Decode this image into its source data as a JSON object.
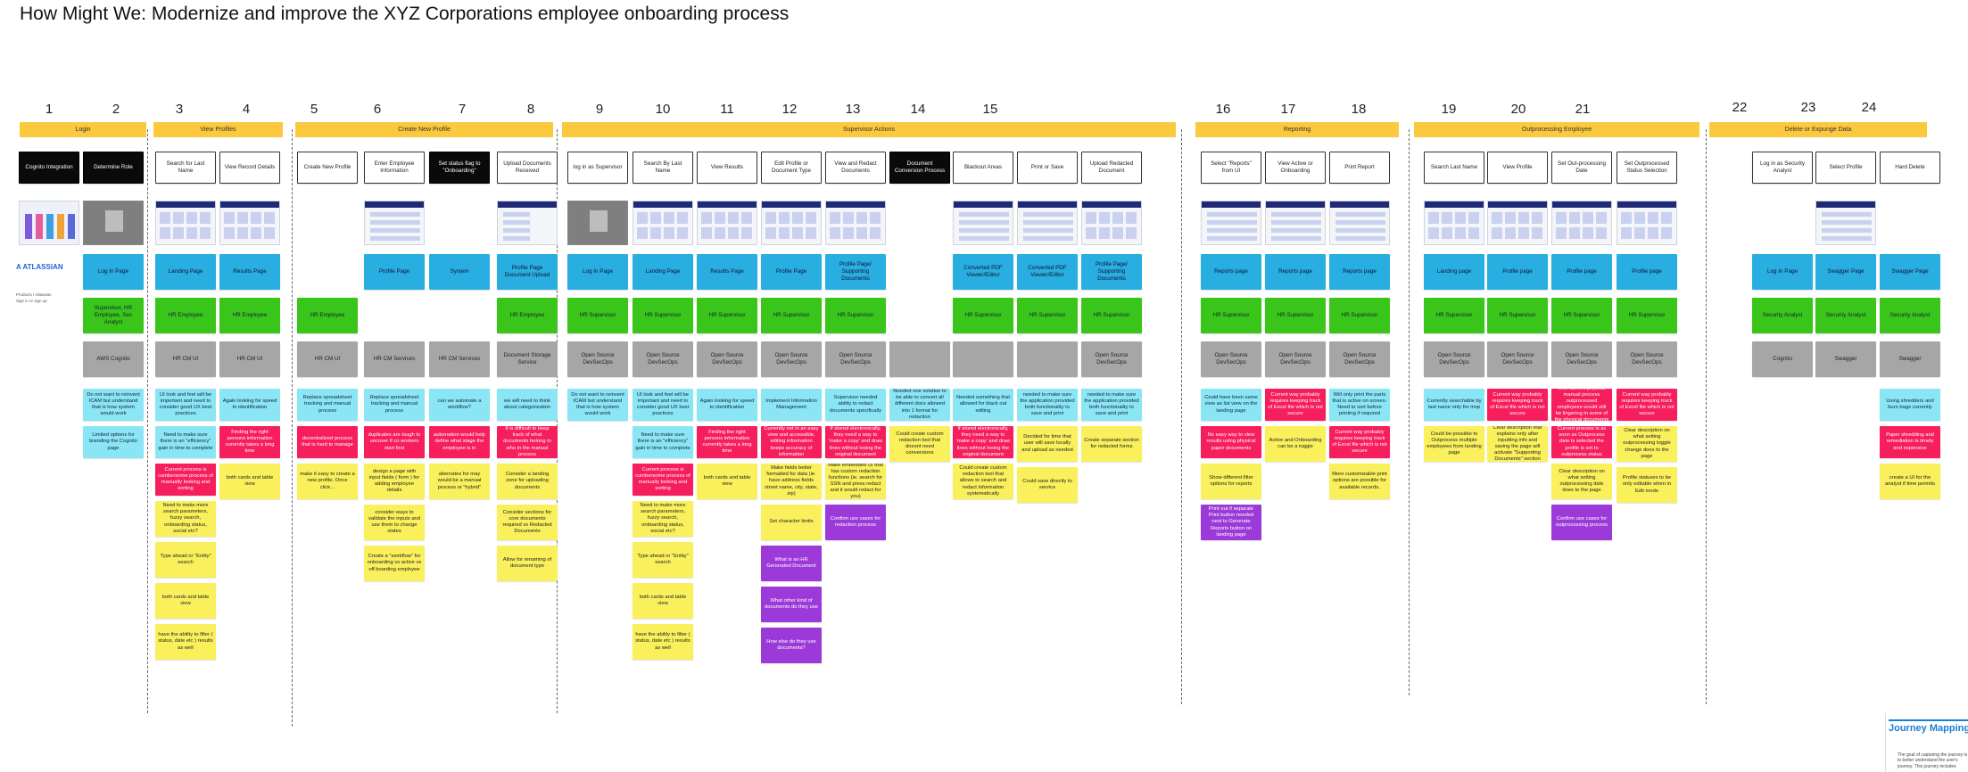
{
  "title": "How Might We: Modernize and improve the XYZ Corporations employee onboarding process",
  "colors": {
    "phase": "#fbc93e",
    "page": "#28aee0",
    "role": "#3ac51b",
    "system": "#a6a6a6",
    "cyan": "#8ae6f5",
    "pink": "#f61e5c",
    "yellow": "#f9f05c",
    "purple": "#9c3ad9"
  },
  "columns": [
    {
      "n": "1",
      "action": "Cognito Integration",
      "dark": true,
      "thumb": "people",
      "page": "",
      "role": "",
      "system": "",
      "notes": []
    },
    {
      "n": "2",
      "action": "Determine Role",
      "dark": true,
      "thumb": "grey",
      "page": "Log In Page",
      "role": "Supervisor, HR Employee, Sec Analyst",
      "system": "AWS Cognito",
      "notes": [
        {
          "c": "cy",
          "t": "Do not want to reinvent ICAM but understand that is how system would work"
        },
        {
          "c": "cy",
          "t": "Limited options for branding the Cognito page"
        }
      ]
    },
    {
      "n": "3",
      "action": "Search for Last Name",
      "thumb": "ui",
      "page": "Landing Page",
      "role": "HR Employee",
      "system": "HR CM UI",
      "notes": [
        {
          "c": "cy",
          "t": "UI look and feel will be important and need to consider good UX best practices"
        },
        {
          "c": "cy",
          "t": "Need to make sure there is an \"efficiency\" gain in time to complete"
        },
        {
          "c": "pk",
          "t": "Current process is cumbersome process of manually looking and sorting"
        },
        {
          "c": "yl",
          "t": "Need to make more search parameters, fuzzy search, onboarding status, social etc?"
        },
        {
          "c": "yl",
          "t": "Type ahead or \"Entity\" search"
        },
        {
          "c": "yl",
          "t": "both cards and table view"
        },
        {
          "c": "yl",
          "t": "have the ability to filter ( status, date etc ) results as well"
        }
      ]
    },
    {
      "n": "4",
      "action": "View Record Details",
      "thumb": "ui",
      "page": "Results Page",
      "role": "HR Employee",
      "system": "HR CM UI",
      "notes": [
        {
          "c": "cy",
          "t": "Again looking for speed to identification"
        },
        {
          "c": "pk",
          "t": "Finding the right persons information currently takes a long time"
        },
        {
          "c": "yl",
          "t": "both cards and table view"
        }
      ]
    },
    {
      "n": "5",
      "action": "Create New Profile",
      "thumb": "",
      "page": "",
      "role": "HR Employee",
      "system": "HR CM UI",
      "notes": [
        {
          "c": "cy",
          "t": "Replace spreadsheet tracking and manual process"
        },
        {
          "c": "pk",
          "t": "decentralized process that is hard to manage"
        },
        {
          "c": "yl",
          "t": "make it easy to create a new profile. Once click..."
        }
      ]
    },
    {
      "n": "6",
      "action": "Enter Employee Information",
      "thumb": "form",
      "page": "Profile Page",
      "role": "",
      "system": "HR CM Services",
      "notes": [
        {
          "c": "cy",
          "t": "Replace spreadsheet tracking and manual process"
        },
        {
          "c": "pk",
          "t": "duplicates are tough to uncover if co workers start first"
        },
        {
          "c": "yl",
          "t": "design a page with input fields ( form ) for adding employee details"
        },
        {
          "c": "yl",
          "t": "consider ways to validate the inputs and use them to change states"
        },
        {
          "c": "yl",
          "t": "Create a \"workflow\" for onboarding vs active vs off boarding employee"
        }
      ]
    },
    {
      "n": "7",
      "action": "Set status flag to \"Onboarding\"",
      "dark": true,
      "thumb": "",
      "page": "System",
      "role": "",
      "system": "HR CM Services",
      "notes": [
        {
          "c": "cy",
          "t": "can we automate a workflow?"
        },
        {
          "c": "pk",
          "t": "automation would help define what stage the employee is in"
        },
        {
          "c": "yl",
          "t": "alternates for may would be a manual process or \"hybrid\""
        }
      ]
    },
    {
      "n": "8",
      "action": "Upload Documents Received",
      "thumb": "doc",
      "page": "Profile Page Document Upload",
      "role": "HR Employee",
      "system": "Document Storage Service",
      "notes": [
        {
          "c": "cy",
          "t": "we will need to think about categorization"
        },
        {
          "c": "pk",
          "t": "It is difficult to keep track of what documents belong to who in the manual process"
        },
        {
          "c": "yl",
          "t": "Consider a landing zone for uploading documents"
        },
        {
          "c": "yl",
          "t": "Consider sections for core documents required vs Redacted Documents"
        },
        {
          "c": "yl",
          "t": "Allow for renaming of document type"
        }
      ]
    },
    {
      "n": "9",
      "action": "log in as Supervisor",
      "thumb": "grey",
      "page": "Log In Page",
      "role": "HR Supervisor",
      "system": "Open Source DevSecOps",
      "notes": [
        {
          "c": "cy",
          "t": "Do not want to reinvent ICAM but understand that is how system would work"
        }
      ]
    },
    {
      "n": "10",
      "action": "Search By Last Name",
      "thumb": "ui",
      "page": "Landing Page",
      "role": "HR Supervisor",
      "system": "Open Source DevSecOps",
      "notes": [
        {
          "c": "cy",
          "t": "UI look and feel will be important and need to consider good UX best practices"
        },
        {
          "c": "cy",
          "t": "Need to make sure there is an \"efficiency\" gain in time to complete"
        },
        {
          "c": "pk",
          "t": "Current process is cumbersome process of manually looking and sorting"
        },
        {
          "c": "yl",
          "t": "Need to make more search parameters, fuzzy search, onboarding status, social etc?"
        },
        {
          "c": "yl",
          "t": "Type ahead or \"Entity\" search"
        },
        {
          "c": "yl",
          "t": "both cards and table view"
        },
        {
          "c": "yl",
          "t": "have the ability to filter ( status, date etc ) results as well"
        }
      ]
    },
    {
      "n": "11",
      "action": "View Results",
      "thumb": "ui",
      "page": "Results Page",
      "role": "HR Supervisor",
      "system": "Open Source DevSecOps",
      "notes": [
        {
          "c": "cy",
          "t": "Again looking for speed to identification"
        },
        {
          "c": "pk",
          "t": "Finding the right persons information currently takes a long time"
        },
        {
          "c": "yl",
          "t": "both cards and table view"
        }
      ]
    },
    {
      "n": "12",
      "action": "Edit Profile or Document Type",
      "thumb": "ui",
      "page": "Profile Page",
      "role": "HR Supervisor",
      "system": "Open Source DevSecOps",
      "notes": [
        {
          "c": "cy",
          "t": "Implement Information Management"
        },
        {
          "c": "pk",
          "t": "Currently not in an easy view and accessible, editing information keeps accuracy of information"
        },
        {
          "c": "yl",
          "t": "Make fields better formatted for data (ie. have address fields street name, city, state, zip)"
        },
        {
          "c": "yl",
          "t": "Set character limits"
        },
        {
          "c": "pu",
          "t": "What is an HR Generated Document"
        },
        {
          "c": "pu",
          "t": "What other kind of documents do they use"
        },
        {
          "c": "pu",
          "t": "How else do they use documents?"
        }
      ]
    },
    {
      "n": "13",
      "action": "View and Redact Documents",
      "thumb": "ui",
      "page": "Profile Page/ Supporting Documents",
      "role": "HR Supervisor",
      "system": "Open Source DevSecOps",
      "notes": [
        {
          "c": "cy",
          "t": "Supervisor needed ability to redact documents specifically"
        },
        {
          "c": "pk",
          "t": "If stored electronically, they need a way to 'make a copy' and draw lines without losing the original document"
        },
        {
          "c": "yl",
          "t": "Make embedded UI that has custom redaction functions (ie. search for SSN and press redact and it would redact for you)"
        },
        {
          "c": "pu",
          "t": "Confirm use cases for redaction process"
        }
      ]
    },
    {
      "n": "14",
      "action": "Document Conversion Process",
      "dark": true,
      "thumb": "",
      "page": "",
      "role": "",
      "system": " ",
      "notes": [
        {
          "c": "cy",
          "t": "Needed one solution to be able to convert all different docs allowed into 1 format for redaction"
        },
        {
          "c": "yl",
          "t": "Could create custom redaction tool that doesnt need conversions"
        }
      ]
    },
    {
      "n": "15",
      "action": "Blackout Areas",
      "thumb": "pdf",
      "page": "Converted PDF Viewer/Editor",
      "role": "HR Supervisor",
      "system": " ",
      "notes": [
        {
          "c": "cy",
          "t": "Needed something that allowed for black out editing"
        },
        {
          "c": "pk",
          "t": "If stored electronically, they need a way to 'make a copy' and draw lines without losing the original document"
        },
        {
          "c": "yl",
          "t": "Could create custom redaction tool that allows to search and redact information systematically"
        }
      ]
    },
    {
      "n": "",
      "action": "Print or Save",
      "thumb": "pdf",
      "page": "Converted PDF Viewer/Editor",
      "role": "HR Supervisor",
      "system": " ",
      "notes": [
        {
          "c": "cy",
          "t": "needed to make sure the application provided both functionality to save and print"
        },
        {
          "c": "yl",
          "t": "Decided for time that user will save locally and upload as needed"
        },
        {
          "c": "yl",
          "t": "Could save directly to service"
        }
      ]
    },
    {
      "n": "",
      "action": "Upload Redacted Document",
      "thumb": "ui",
      "page": "Profile Page/ Supporting Documents",
      "role": "HR Supervisor",
      "system": "Open Source DevSecOps",
      "notes": [
        {
          "c": "cy",
          "t": "needed to make sure the application provided both functionality to save and print"
        },
        {
          "c": "yl",
          "t": "Create separate section for redacted forms"
        }
      ]
    },
    {
      "n": "16",
      "action": "Select \"Reports\" from UI",
      "thumb": "rep",
      "page": "Reports page",
      "role": "HR Supervisor",
      "system": "Open Source DevSecOps",
      "notes": [
        {
          "c": "cy",
          "t": "Could have been same view as list view on the landing page"
        },
        {
          "c": "pk",
          "t": "No easy way to view results using physical paper documents"
        },
        {
          "c": "yl",
          "t": "Show different filter options for reports"
        },
        {
          "c": "pu",
          "t": "Print out if separate Print button needed next to Generate Reports button on landing page"
        }
      ]
    },
    {
      "n": "17",
      "action": "View Active or Onboarding",
      "thumb": "rep",
      "page": "Reports page",
      "role": "HR Supervisor",
      "system": "Open Source DevSecOps",
      "notes": [
        {
          "c": "pk",
          "t": "Current way probably requires keeping track of Excel file which is not secure"
        },
        {
          "c": "yl",
          "t": "Active and Onboarding can be a toggle"
        }
      ]
    },
    {
      "n": "18",
      "action": "Print Report",
      "thumb": "rep",
      "page": "Reports page",
      "role": "HR Supervisor",
      "system": "Open Source DevSecOps",
      "notes": [
        {
          "c": "cy",
          "t": "Will only print the parts that is active on screen. Need to sort before printing if required"
        },
        {
          "c": "pk",
          "t": "Current way probably requires keeping track of Excel file which is not secure"
        },
        {
          "c": "yl",
          "t": "More customizable print options are possible for available records."
        }
      ]
    },
    {
      "n": "19",
      "action": "Search Last Name",
      "thumb": "ui",
      "page": "Landing page",
      "role": "HR Supervisor",
      "system": "Open Source DevSecOps",
      "notes": [
        {
          "c": "cy",
          "t": "Currently searchable by last name only for mvp"
        },
        {
          "c": "yl",
          "t": "Could be possible to Outprocess multiple employees from landing page"
        }
      ]
    },
    {
      "n": "20",
      "action": "View Profile",
      "thumb": "ui",
      "page": "Profile page",
      "role": "HR Supervisor",
      "system": "Open Source DevSecOps",
      "notes": [
        {
          "c": "pk",
          "t": "Current way probably requires keeping track of Excel file which is not secure"
        },
        {
          "c": "yl",
          "t": "Clear description that explains only after inputting info and saving the page will activate \"Supporting Documents\" section"
        }
      ]
    },
    {
      "n": "21",
      "action": "Set Out-processing Date",
      "thumb": "ui",
      "page": "Profile page",
      "role": "HR Supervisor",
      "system": "Open Source DevSecOps",
      "notes": [
        {
          "c": "pk",
          "t": "With current physical manual process outprocessed employees would still be lingering in some of the physical documents"
        },
        {
          "c": "pk",
          "t": "Current process is as soon as Outprocess date is selected the profile is set to outprocess status"
        },
        {
          "c": "yl",
          "t": "Clear description on what setting outprocessing date does to the page"
        },
        {
          "c": "pu",
          "t": "Confirm use cases for outprocessing process"
        }
      ]
    },
    {
      "n": "",
      "action": "Set Outprocessed Status Selection",
      "thumb": "ui",
      "page": "Profile page",
      "role": "HR Supervisor",
      "system": "Open Source DevSecOps",
      "notes": [
        {
          "c": "pk",
          "t": "Current way probably requires keeping track of Excel file which is not secure"
        },
        {
          "c": "yl",
          "t": "Clear description on what setting outprocessing toggle change does to the page"
        },
        {
          "c": "yl",
          "t": "Profile statuses to be only editable when in Edit mode"
        }
      ]
    },
    {
      "n": "22",
      "action": "Log in as Security Analyst",
      "thumb": "",
      "page": "Log In Page",
      "role": "Security Analyst",
      "system": "Cognito",
      "notes": []
    },
    {
      "n": "23",
      "action": "Select Profile",
      "thumb": "list",
      "page": "Swagger Page",
      "role": "Security Analyst",
      "system": "Swagger",
      "notes": []
    },
    {
      "n": "24",
      "action": "Hard Delete",
      "thumb": "",
      "page": "Swagger Page",
      "role": "Security Analyst",
      "system": "Swagger",
      "notes": [
        {
          "c": "cy",
          "t": "Using shredders and burn bags currently"
        },
        {
          "c": "pk",
          "t": "Paper shredding and remediation is timely and expensive"
        },
        {
          "c": "yl",
          "t": "create a UI for the analyst if time permits"
        }
      ]
    }
  ],
  "phases": [
    {
      "label": "Login"
    },
    {
      "label": "View Profiles"
    },
    {
      "label": "Create New Profile"
    },
    {
      "label": "Supervisor Actions"
    },
    {
      "label": "Reporting"
    },
    {
      "label": "Outprocessing Employee"
    },
    {
      "label": "Delete or Expunge Data"
    }
  ],
  "atlassian": {
    "logo": "A ATLASSIAN",
    "line1": "Products / Atlassian",
    "line2": "Sign in or sign up"
  },
  "journey": {
    "title": "Journey Mapping",
    "text": "The goal of capturing the journey is to better understand the user's journey. This journey includes"
  }
}
